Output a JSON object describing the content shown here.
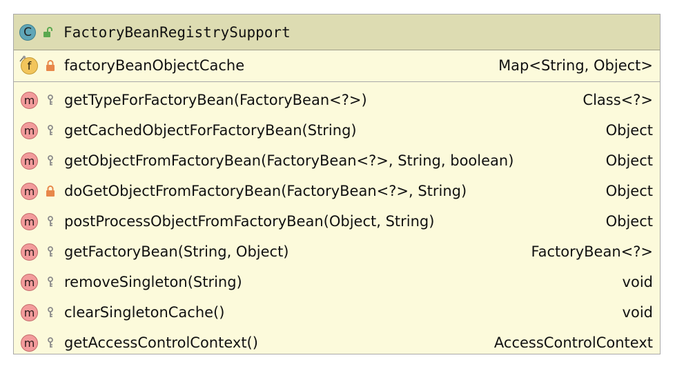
{
  "class": {
    "title": "FactoryBeanRegistrySupport",
    "icon": "C",
    "icon_name": "class-icon",
    "visibility": "public"
  },
  "fields": [
    {
      "icon": "f",
      "visibility": "private",
      "name": "factoryBeanObjectCache",
      "type": "Map<String, Object>"
    }
  ],
  "methods": [
    {
      "icon": "m",
      "visibility": "package",
      "name": "getTypeForFactoryBean(FactoryBean<?>)",
      "type": "Class<?>"
    },
    {
      "icon": "m",
      "visibility": "package",
      "name": "getCachedObjectForFactoryBean(String)",
      "type": "Object"
    },
    {
      "icon": "m",
      "visibility": "package",
      "name": "getObjectFromFactoryBean(FactoryBean<?>, String, boolean)",
      "type": "Object"
    },
    {
      "icon": "m",
      "visibility": "private",
      "name": "doGetObjectFromFactoryBean(FactoryBean<?>, String)",
      "type": "Object"
    },
    {
      "icon": "m",
      "visibility": "package",
      "name": "postProcessObjectFromFactoryBean(Object, String)",
      "type": "Object"
    },
    {
      "icon": "m",
      "visibility": "package",
      "name": "getFactoryBean(String, Object)",
      "type": "FactoryBean<?>"
    },
    {
      "icon": "m",
      "visibility": "package",
      "name": "removeSingleton(String)",
      "type": "void"
    },
    {
      "icon": "m",
      "visibility": "package",
      "name": "clearSingletonCache()",
      "type": "void"
    },
    {
      "icon": "m",
      "visibility": "package",
      "name": "getAccessControlContext()",
      "type": "AccessControlContext"
    }
  ],
  "colors": {
    "header_bg": "#dddcb2",
    "body_bg": "#fcfadb",
    "method_icon": "#f29b9b",
    "field_icon": "#f2c55c",
    "class_icon": "#5fa6b7",
    "private_lock": "#e8874a",
    "public_lock": "#5aa84f",
    "package_key": "#8a8a8a"
  }
}
